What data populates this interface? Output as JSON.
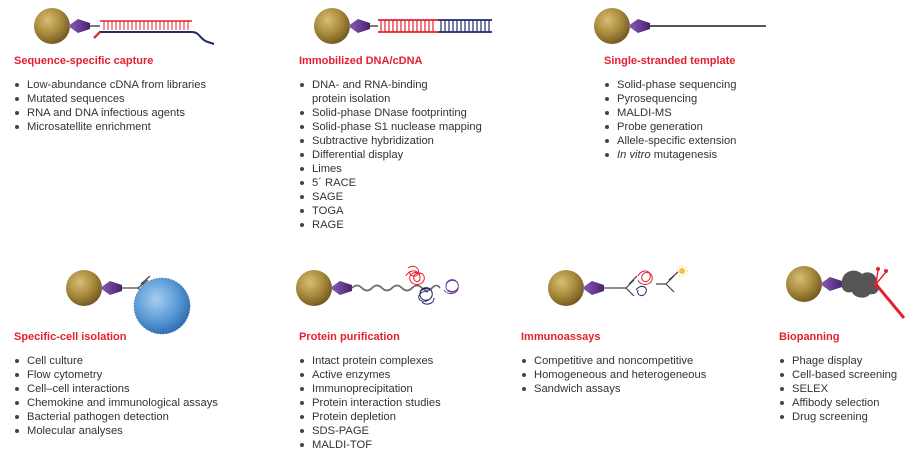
{
  "panels": {
    "capture": {
      "title": "Sequence-specific capture",
      "items": [
        "Low-abundance cDNA from libraries",
        "Mutated sequences",
        "RNA and DNA infectious agents",
        "Microsatellite enrichment"
      ]
    },
    "immobilized": {
      "title": "Immobilized DNA/cDNA",
      "items": [
        "DNA- and RNA-binding",
        "protein isolation",
        "Solid-phase DNase footprinting",
        "Solid-phase S1 nuclease mapping",
        "Subtractive hybridization",
        "Differential display",
        "Limes",
        "5´ RACE",
        "SAGE",
        "TOGA",
        "RAGE"
      ]
    },
    "template": {
      "title": "Single-stranded template",
      "items": [
        "Solid-phase sequencing",
        "Pyrosequencing",
        "MALDI-MS",
        "Probe generation",
        "Allele-specific extension",
        "In vitro",
        "mutagenesis"
      ]
    },
    "cell": {
      "title": "Specific-cell isolation",
      "items": [
        "Cell culture",
        "Flow cytometry",
        "Cell–cell interactions",
        "Chemokine and immunological assays",
        "Bacterial pathogen detection",
        "Molecular analyses"
      ]
    },
    "protein": {
      "title": "Protein purification",
      "items": [
        "Intact protein complexes",
        "Active enzymes",
        "Immunoprecipitation",
        "Protein interaction studies",
        "Protein depletion",
        "SDS-PAGE",
        "MALDI-TOF"
      ]
    },
    "immuno": {
      "title": "Immunoassays",
      "items": [
        "Competitive and noncompetitive",
        "Homogeneous and heterogeneous",
        "Sandwich assays"
      ]
    },
    "biopanning": {
      "title": "Biopanning",
      "items": [
        "Phage display",
        "Cell-based screening",
        "SELEX",
        "Affibody selection",
        "Drug screening"
      ]
    }
  },
  "colors": {
    "heading": "#e5202e",
    "bead": "#a88a3c",
    "linker": "#5a2d82",
    "navy": "#1d2a6b",
    "red": "#e5202e",
    "cell": "#4a8fd0",
    "gray": "#555555"
  }
}
